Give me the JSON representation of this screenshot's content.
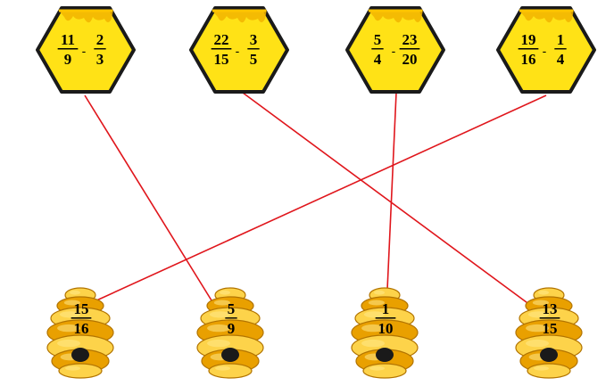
{
  "colors": {
    "honey": "#ffe216",
    "honey_drip": "#f2b400",
    "hexagon_border": "#1a1a1a",
    "hive_light": "#fdd34a",
    "hive_dark": "#e9a000",
    "line": "#e0161c"
  },
  "expressions": [
    {
      "a_num": "11",
      "a_den": "9",
      "op": "-",
      "b_num": "2",
      "b_den": "3"
    },
    {
      "a_num": "22",
      "a_den": "15",
      "op": "-",
      "b_num": "3",
      "b_den": "5"
    },
    {
      "a_num": "5",
      "a_den": "4",
      "op": "-",
      "b_num": "23",
      "b_den": "20"
    },
    {
      "a_num": "19",
      "a_den": "16",
      "op": "-",
      "b_num": "1",
      "b_den": "4"
    }
  ],
  "answers": [
    {
      "num": "15",
      "den": "16"
    },
    {
      "num": "5",
      "den": "9"
    },
    {
      "num": "1",
      "den": "10"
    },
    {
      "num": "13",
      "den": "15"
    }
  ],
  "matches": [
    {
      "expression": 0,
      "answer": 1
    },
    {
      "expression": 1,
      "answer": 3
    },
    {
      "expression": 2,
      "answer": 2
    },
    {
      "expression": 3,
      "answer": 0
    }
  ]
}
